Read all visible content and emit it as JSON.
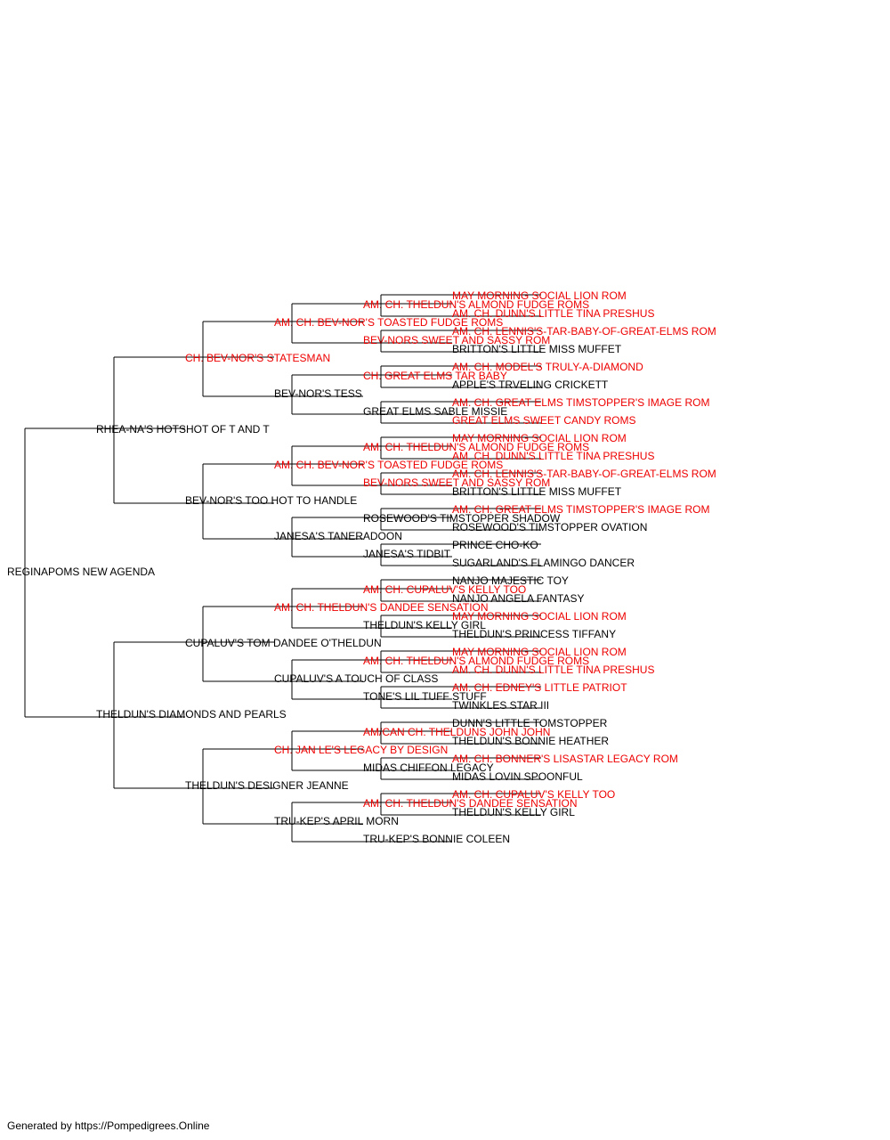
{
  "colors": {
    "champion": "#ee0000",
    "normal": "#000000"
  },
  "footer": "Generated by https://Pompedigrees.Online",
  "pedigree": {
    "name": "REGINAPOMS NEW AGENDA",
    "champion": false,
    "sire": {
      "name": "RHEA-NA'S HOTSHOT OF T AND T",
      "champion": false,
      "sire": {
        "name": "CH. BEV-NOR'S STATESMAN",
        "champion": true,
        "sire": {
          "name": "AM. CH. BEV-NOR'S TOASTED FUDGE ROMS",
          "champion": true,
          "sire": {
            "name": "AM. CH. THELDUN'S ALMOND FUDGE ROMS",
            "champion": true,
            "sire": {
              "name": "MAY MORNING SOCIAL LION ROM",
              "champion": true
            },
            "dam": {
              "name": "AM. CH. DUNN'S LITTLE TINA PRESHUS",
              "champion": true
            }
          },
          "dam": {
            "name": "BEV-NORS SWEET AND SASSY ROM",
            "champion": true,
            "sire": {
              "name": "AM. CH. LENNIS'S-TAR-BABY-OF-GREAT-ELMS ROM",
              "champion": true
            },
            "dam": {
              "name": "BRITTON'S LITTLE MISS MUFFET",
              "champion": false
            }
          }
        },
        "dam": {
          "name": "BEV-NOR'S TESS",
          "champion": false,
          "sire": {
            "name": "CH. GREAT ELMS TAR BABY",
            "champion": true,
            "sire": {
              "name": "AM. CH. MODEL'S TRULY-A-DIAMOND",
              "champion": true
            },
            "dam": {
              "name": "APPLE'S TRVELING CRICKETT",
              "champion": false
            }
          },
          "dam": {
            "name": "GREAT ELMS SABLE MISSIE",
            "champion": false,
            "sire": {
              "name": "AM. CH. GREAT ELMS TIMSTOPPER'S IMAGE ROM",
              "champion": true
            },
            "dam": {
              "name": "GREAT ELMS SWEET CANDY ROMS",
              "champion": true
            }
          }
        }
      },
      "dam": {
        "name": "BEV-NOR'S TOO HOT TO HANDLE",
        "champion": false,
        "sire": {
          "name": "AM. CH. BEV-NOR'S TOASTED FUDGE ROMS",
          "champion": true,
          "sire": {
            "name": "AM. CH. THELDUN'S ALMOND FUDGE ROMS",
            "champion": true,
            "sire": {
              "name": "MAY MORNING SOCIAL LION ROM",
              "champion": true
            },
            "dam": {
              "name": "AM. CH. DUNN'S LITTLE TINA PRESHUS",
              "champion": true
            }
          },
          "dam": {
            "name": "BEV-NORS SWEET AND SASSY ROM",
            "champion": true,
            "sire": {
              "name": "AM. CH. LENNIS'S-TAR-BABY-OF-GREAT-ELMS ROM",
              "champion": true
            },
            "dam": {
              "name": "BRITTON'S LITTLE MISS MUFFET",
              "champion": false
            }
          }
        },
        "dam": {
          "name": "JANESA'S TANERADOON",
          "champion": false,
          "sire": {
            "name": "ROSEWOOD'S TIMSTOPPER SHADOW",
            "champion": false,
            "sire": {
              "name": "AM. CH. GREAT ELMS TIMSTOPPER'S IMAGE ROM",
              "champion": true
            },
            "dam": {
              "name": "ROSEWOOD'S TIMSTOPPER OVATION",
              "champion": false
            }
          },
          "dam": {
            "name": "JANESA'S TIDBIT",
            "champion": false,
            "sire": {
              "name": "PRINCE CHO-KO",
              "champion": false
            },
            "dam": {
              "name": "SUGARLAND'S FLAMINGO DANCER",
              "champion": false
            }
          }
        }
      }
    },
    "dam": {
      "name": "THELDUN'S DIAMONDS AND PEARLS",
      "champion": false,
      "sire": {
        "name": "CUPALUV'S TOM DANDEE O'THELDUN",
        "champion": false,
        "sire": {
          "name": "AM. CH. THELDUN'S DANDEE SENSATION",
          "champion": true,
          "sire": {
            "name": "AM. CH. CUPALUV'S KELLY TOO",
            "champion": true,
            "sire": {
              "name": "NANJO MAJESTIC TOY",
              "champion": false
            },
            "dam": {
              "name": "NANJO ANGELA FANTASY",
              "champion": false
            }
          },
          "dam": {
            "name": "THELDUN'S KELLY GIRL",
            "champion": false,
            "sire": {
              "name": "MAY MORNING SOCIAL LION ROM",
              "champion": true
            },
            "dam": {
              "name": "THELDUN'S PRINCESS TIFFANY",
              "champion": false
            }
          }
        },
        "dam": {
          "name": "CUPALUV'S A TOUCH OF CLASS",
          "champion": false,
          "sire": {
            "name": "AM. CH. THELDUN'S ALMOND FUDGE ROMS",
            "champion": true,
            "sire": {
              "name": "MAY MORNING SOCIAL LION ROM",
              "champion": true
            },
            "dam": {
              "name": "AM. CH. DUNN'S LITTLE TINA PRESHUS",
              "champion": true
            }
          },
          "dam": {
            "name": "TONE'S LIL TUFF STUFF",
            "champion": false,
            "sire": {
              "name": "AM. CH. EDNEY'S LITTLE PATRIOT",
              "champion": true
            },
            "dam": {
              "name": "TWINKLES STAR III",
              "champion": false
            }
          }
        }
      },
      "dam": {
        "name": "THELDUN'S DESIGNER JEANNE",
        "champion": false,
        "sire": {
          "name": "CH. JAN LE'S LEGACY BY DESIGN",
          "champion": true,
          "sire": {
            "name": "AM/CAN CH. THELDUNS JOHN JOHN",
            "champion": true,
            "sire": {
              "name": "DUNN'S LITTLE TOMSTOPPER",
              "champion": false
            },
            "dam": {
              "name": "THELDUN'S BONNIE HEATHER",
              "champion": false
            }
          },
          "dam": {
            "name": "MIDAS CHIFFON LEGACY",
            "champion": false,
            "sire": {
              "name": "AM. CH. BONNER'S LISASTAR LEGACY ROM",
              "champion": true
            },
            "dam": {
              "name": "MIDAS LOVIN SPOONFUL",
              "champion": false
            }
          }
        },
        "dam": {
          "name": "TRU-KEP'S APRIL MORN",
          "champion": false,
          "sire": {
            "name": "AM. CH. THELDUN'S DANDEE SENSATION",
            "champion": true,
            "sire": {
              "name": "AM. CH. CUPALUV'S KELLY TOO",
              "champion": true
            },
            "dam": {
              "name": "THELDUN'S KELLY GIRL",
              "champion": false
            }
          },
          "dam": {
            "name": "TRU-KEP'S BONNIE COLEEN",
            "champion": false
          }
        }
      }
    }
  }
}
